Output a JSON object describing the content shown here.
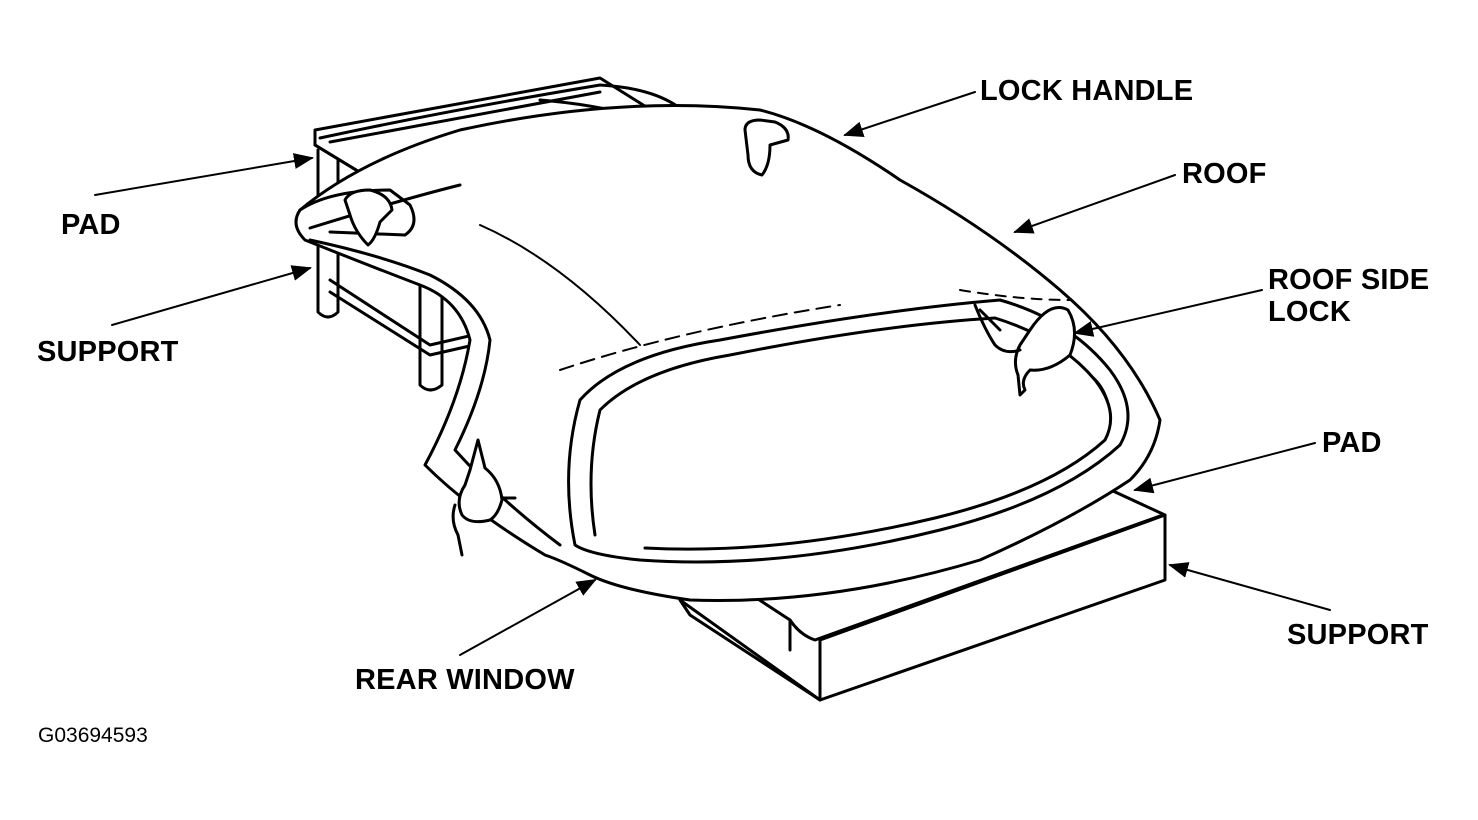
{
  "labels": {
    "lock_handle": "LOCK HANDLE",
    "roof": "ROOF",
    "roof_side_lock_line1": "ROOF SIDE",
    "roof_side_lock_line2": "LOCK",
    "pad_right": "PAD",
    "support_right": "SUPPORT",
    "rear_window": "REAR WINDOW",
    "pad_left": "PAD",
    "support_left": "SUPPORT"
  },
  "figure_id": "G03694593",
  "colors": {
    "line": "#000000",
    "background": "#ffffff"
  }
}
